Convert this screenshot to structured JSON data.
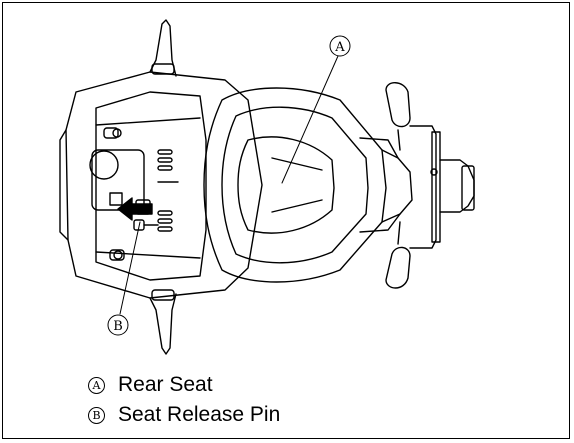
{
  "callouts": {
    "a": "A",
    "b": "B"
  },
  "legend": [
    {
      "marker": "A",
      "label": "Rear Seat"
    },
    {
      "marker": "B",
      "label": "Seat Release Pin"
    }
  ],
  "colors": {
    "line": "#000000",
    "background": "#ffffff"
  }
}
